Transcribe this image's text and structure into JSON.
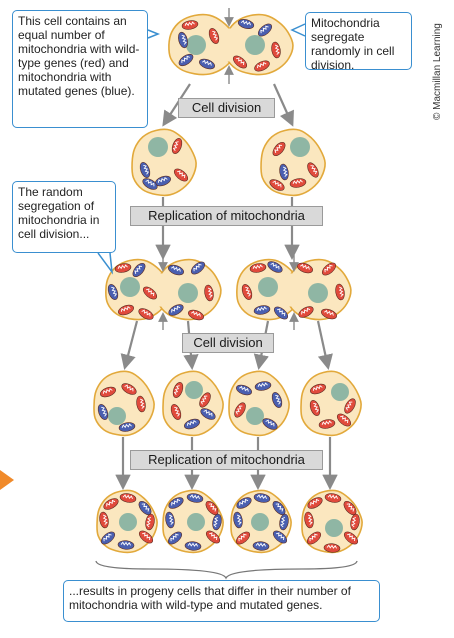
{
  "callouts": {
    "initial_cell": "This cell contains an equal number of mitochondria with wild-type genes (red) and mitochondria with mutated genes (blue).",
    "segregation": "Mitochondria segregate randomly in cell division.",
    "random_segregation": "The random segregation of mitochondria in cell division...",
    "result": "...results in progeny cells that differ in their number of mitochondria with wild-type and mutated genes."
  },
  "stage_labels": {
    "cell_division_1": "Cell division",
    "replication_1": "Replication of mitochondria",
    "cell_division_2": "Cell division",
    "replication_2": "Replication of mitochondria"
  },
  "credit": "© Macmillan Learning",
  "colors": {
    "cell_fill": "#fbe7bf",
    "cell_border": "#e2a93b",
    "nucleus": "#8fb6a4",
    "wild_type_mitochondrion": "#e04a3c",
    "mutated_mitochondrion": "#4a5fb0",
    "arrow": "#8a8a8a",
    "callout_border": "#3a8fd0",
    "page_marker": "#f08a2a"
  },
  "mitochondria": {
    "legend": {
      "wild_type": "red",
      "mutated": "blue"
    }
  }
}
